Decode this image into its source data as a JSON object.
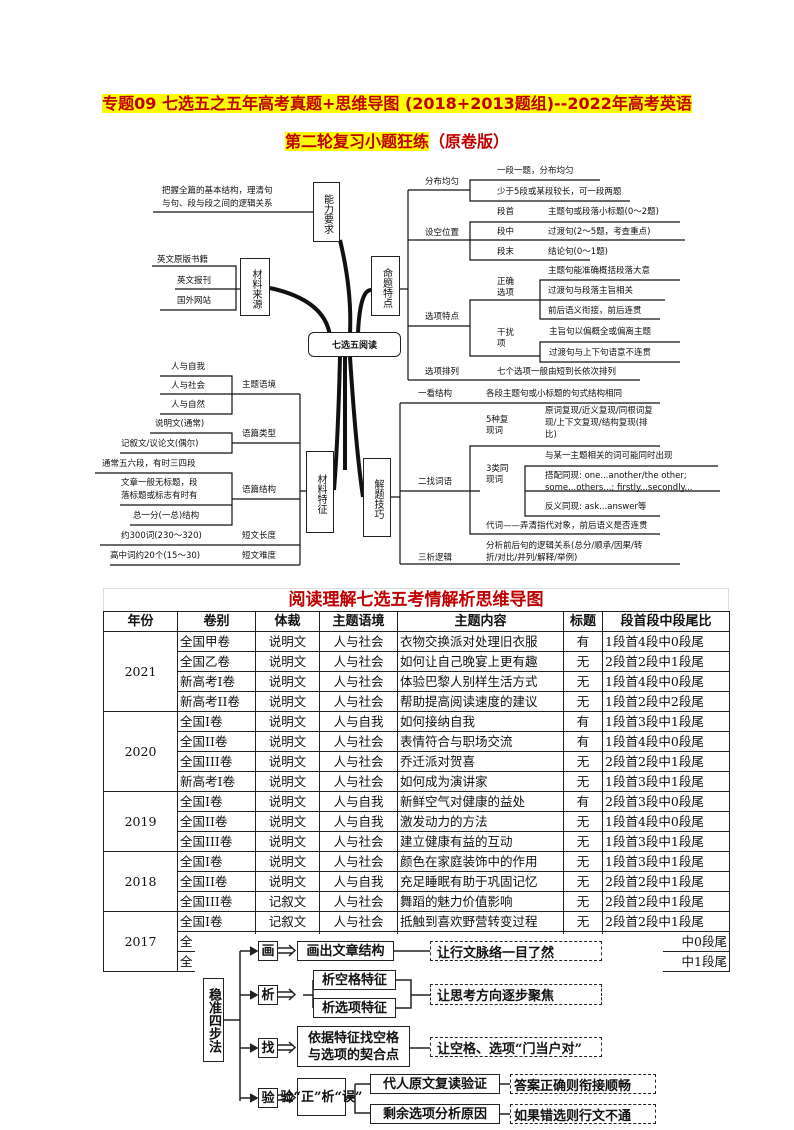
{
  "title": {
    "line1": "专题09  七选五之五年高考真题+思维导图 (2018+2013题组)--2022年高考英语",
    "line2_highlight": "第二轮复习小题狂练",
    "line2_rest": "（原卷版）"
  },
  "mindmap": {
    "center": "七选五阅读",
    "ability": {
      "label": "能力要求",
      "text1": "把握全篇的基本结构，理清句",
      "text2": "与句、段与段之间的逻辑关系"
    },
    "source": {
      "label": "材料来源",
      "items": [
        "英文原版书籍",
        "英文报刊",
        "国外网站"
      ]
    },
    "features": {
      "label": "命题特点",
      "distribution": {
        "label": "分布均匀",
        "items": [
          "一段一题，分布均匀",
          "少于5段或某段较长，可一段两题"
        ]
      },
      "position": {
        "label": "设空位置",
        "items": [
          {
            "k": "段首",
            "v": "主题句或段落小标题(0～2题)"
          },
          {
            "k": "段中",
            "v": "过渡句(2～5题，考查重点)"
          },
          {
            "k": "段末",
            "v": "结论句(0～1题)"
          }
        ]
      },
      "options": {
        "label": "选项特点",
        "correct": "正确选项",
        "correct_items": [
          "主题句能准确概括段落大意",
          "过渡句与段落主旨相关",
          "前后语义衔接，前后连贯"
        ],
        "distractor": "干扰项",
        "distractor_items": [
          "主旨句以偏概全或偏离主题",
          "过渡句与上下句语意不连贯"
        ]
      },
      "order": {
        "label": "选项排列",
        "text": "七个选项一般由短到长依次排列"
      }
    },
    "material": {
      "label": "材料特征",
      "theme": {
        "label": "主题语境",
        "items": [
          "人与自我",
          "人与社会",
          "人与自然"
        ]
      },
      "genre": {
        "label": "语篇类型",
        "items": [
          "说明文(通常)",
          "记叙文/议论文(偶尔)"
        ]
      },
      "structure": {
        "label": "语篇结构",
        "items": [
          "通常五六段，有时三四段",
          "文章一般无标题，段",
          "落标题或标志有时有",
          "总一分(一总)结构"
        ]
      },
      "length": {
        "label": "短文长度",
        "text": "约300词(230～320)"
      },
      "difficulty": {
        "label": "短文难度",
        "text": "高中词约20个(15～30)"
      }
    },
    "skills": {
      "label": "解题技巧",
      "step1": {
        "label": "一看结构",
        "text": "各段主题句或小标题的句式结构相同"
      },
      "step2": {
        "label": "二找词语",
        "five": "5种复现词",
        "five_text": [
          "原词复现/近义复现/同根词复",
          "现/上下文复现/结构复现(排",
          "比)"
        ],
        "three": "3类同现词",
        "three_items": [
          "与某一主题相关的词可能同时出现",
          "搭配同现: one...another/the other;",
          "some...others...; firstly...secondly...",
          "反义同现: ask...answer等"
        ],
        "pronoun": "代词——弄清指代对象，前后语义是否连贯"
      },
      "step3": {
        "label": "三析逻辑",
        "text": [
          "分析前后句的逻辑关系(总分/顺承/因果/转",
          "折/对比/并列/解释/举例)"
        ]
      }
    }
  },
  "table": {
    "title": "阅读理解七选五考情解析思维导图",
    "headers": [
      "年份",
      "卷别",
      "体裁",
      "主题语境",
      "主题内容",
      "标题",
      "段首段中段尾比"
    ],
    "groups": [
      {
        "year": "2021",
        "rows": [
          [
            "全国甲卷",
            "说明文",
            "人与社会",
            "衣物交换派对处理旧衣服",
            "有",
            "1段首4段中0段尾"
          ],
          [
            "全国乙卷",
            "说明文",
            "人与社会",
            "如何让自己晚宴上更有趣",
            "无",
            "2段首2段中1段尾"
          ],
          [
            "新高考I卷",
            "说明文",
            "人与社会",
            "体验巴黎人别样生活方式",
            "无",
            "1段首4段中0段尾"
          ],
          [
            "新高考II卷",
            "说明文",
            "人与社会",
            "帮助提高阅读速度的建议",
            "无",
            "1段首2段中2段尾"
          ]
        ]
      },
      {
        "year": "2020",
        "rows": [
          [
            "全国I卷",
            "说明文",
            "人与自我",
            "如何接纳自我",
            "有",
            "1段首3段中1段尾"
          ],
          [
            "全国II卷",
            "说明文",
            "人与社会",
            "表情符合与职场交流",
            "有",
            "1段首4段中0段尾"
          ],
          [
            "全国III卷",
            "说明文",
            "人与社会",
            "乔迁派对贺喜",
            "无",
            "2段首2段中1段尾"
          ],
          [
            "新高考I卷",
            "说明文",
            "人与社会",
            "如何成为演讲家",
            "无",
            "1段首3段中1段尾"
          ]
        ]
      },
      {
        "year": "2019",
        "rows": [
          [
            "全国I卷",
            "说明文",
            "人与自我",
            "新鲜空气对健康的益处",
            "有",
            "2段首3段中0段尾"
          ],
          [
            "全国II卷",
            "说明文",
            "人与自我",
            "激发动力的方法",
            "无",
            "1段首4段中0段尾"
          ],
          [
            "全国III卷",
            "说明文",
            "人与社会",
            "建立健康有益的互动",
            "无",
            "1段首3段中1段尾"
          ]
        ]
      },
      {
        "year": "2018",
        "rows": [
          [
            "全国I卷",
            "说明文",
            "人与社会",
            "颜色在家庭装饰中的作用",
            "无",
            "1段首3段中1段尾"
          ],
          [
            "全国II卷",
            "说明文",
            "人与自我",
            "充足睡眠有助于巩固记忆",
            "无",
            "2段首2段中1段尾"
          ],
          [
            "全国III卷",
            "记叙文",
            "人与社会",
            "舞蹈的魅力价值影响",
            "无",
            "2段首2段中1段尾"
          ]
        ]
      },
      {
        "year": "2017",
        "rows": [
          [
            "全国I卷",
            "记叙文",
            "人与社会",
            "抵触到喜欢野营转变过程",
            "无",
            "2段首2段中1段尾"
          ],
          [
            "全",
            "",
            "",
            "",
            "",
            "中0段尾"
          ],
          [
            "全",
            "",
            "",
            "",
            "",
            "中1段尾"
          ]
        ]
      }
    ]
  },
  "steps": {
    "root": "稳准四步法",
    "draw": {
      "key": "画",
      "box": "画出文章结构",
      "result": "让行文脉络一目了然"
    },
    "analyze": {
      "key": "析",
      "boxes": [
        "析空格特征",
        "析选项特征"
      ],
      "result": "让思考方向逐步聚焦"
    },
    "find": {
      "key": "找",
      "box": "依据特征找空格与选项的契合点",
      "result": "让空格、选项“门当户对”"
    },
    "verify": {
      "key": "验",
      "box": "验“正”析“误”",
      "boxes": [
        "代人原文复读验证",
        "剩余选项分析原因"
      ],
      "results": [
        "答案正确则衔接顺畅",
        "如果错选则行文不通"
      ]
    }
  }
}
